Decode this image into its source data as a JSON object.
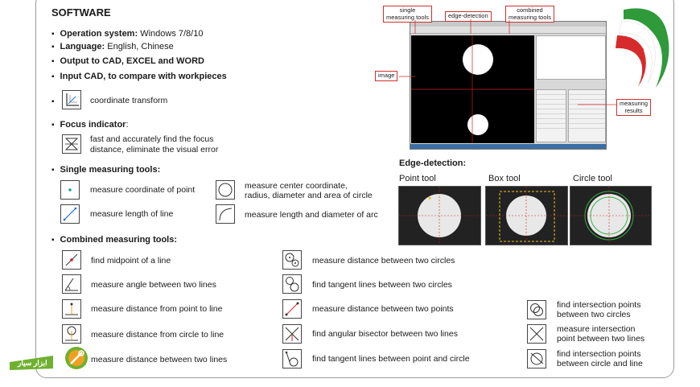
{
  "software": {
    "title": "SOFTWARE",
    "features": [
      {
        "label": "Operation system:",
        "value": "Windows 7/8/10"
      },
      {
        "label": "Language:",
        "value": "English, Chinese"
      },
      {
        "label": "Output to CAD, EXCEL and WORD",
        "value": ""
      },
      {
        "label": "Input CAD, to compare with workpieces",
        "value": ""
      }
    ],
    "coordinate_transform": "coordinate transform",
    "focus_title": "Focus indicator",
    "focus_colon": ":",
    "focus_desc_1": "fast and accurately find the focus",
    "focus_desc_2": "distance, eliminate the visual error"
  },
  "single": {
    "title": "Single measuring tools:",
    "point": "measure coordinate of point",
    "line": "measure length of line",
    "circle_1": "measure center coordinate,",
    "circle_2": "radius, diameter and area of circle",
    "arc": "measure length and diameter of arc"
  },
  "combined": {
    "title": "Combined measuring tools:",
    "col1": [
      "find midpoint of a line",
      "measure angle between two lines",
      "measure distance from point to line",
      "measure distance from circle to line",
      "measure distance between two lines"
    ],
    "col2": [
      "measure distance between two circles",
      "find tangent lines between two circles",
      "measure distance between two points",
      "find angular bisector between two lines",
      "find tangent lines between point and circle"
    ],
    "col3": [
      {
        "l1": "find intersection points",
        "l2": "between two circles"
      },
      {
        "l1": "measure intersection",
        "l2": "point between two lines"
      },
      {
        "l1": "find intersection points",
        "l2": "between circle and line"
      }
    ]
  },
  "callouts": {
    "single_1": "single",
    "single_2": "measuring tools",
    "edge": "edge-detection",
    "combined_1": "combined",
    "combined_2": "measuring tools",
    "image": "image",
    "results_1": "measuring",
    "results_2": "results"
  },
  "edge_detection": {
    "title": "Edge-detection:",
    "point_tool": "Point tool",
    "box_tool": "Box tool",
    "circle_tool": "Circle tool"
  },
  "logo": {
    "text": "ابزار سیار"
  },
  "colors": {
    "callout_border": "#d03030",
    "accent_blue": "#1f6fd0",
    "crosshair": "#d02020",
    "logo_green": "#6fb030",
    "logo_orange": "#f0a020"
  }
}
